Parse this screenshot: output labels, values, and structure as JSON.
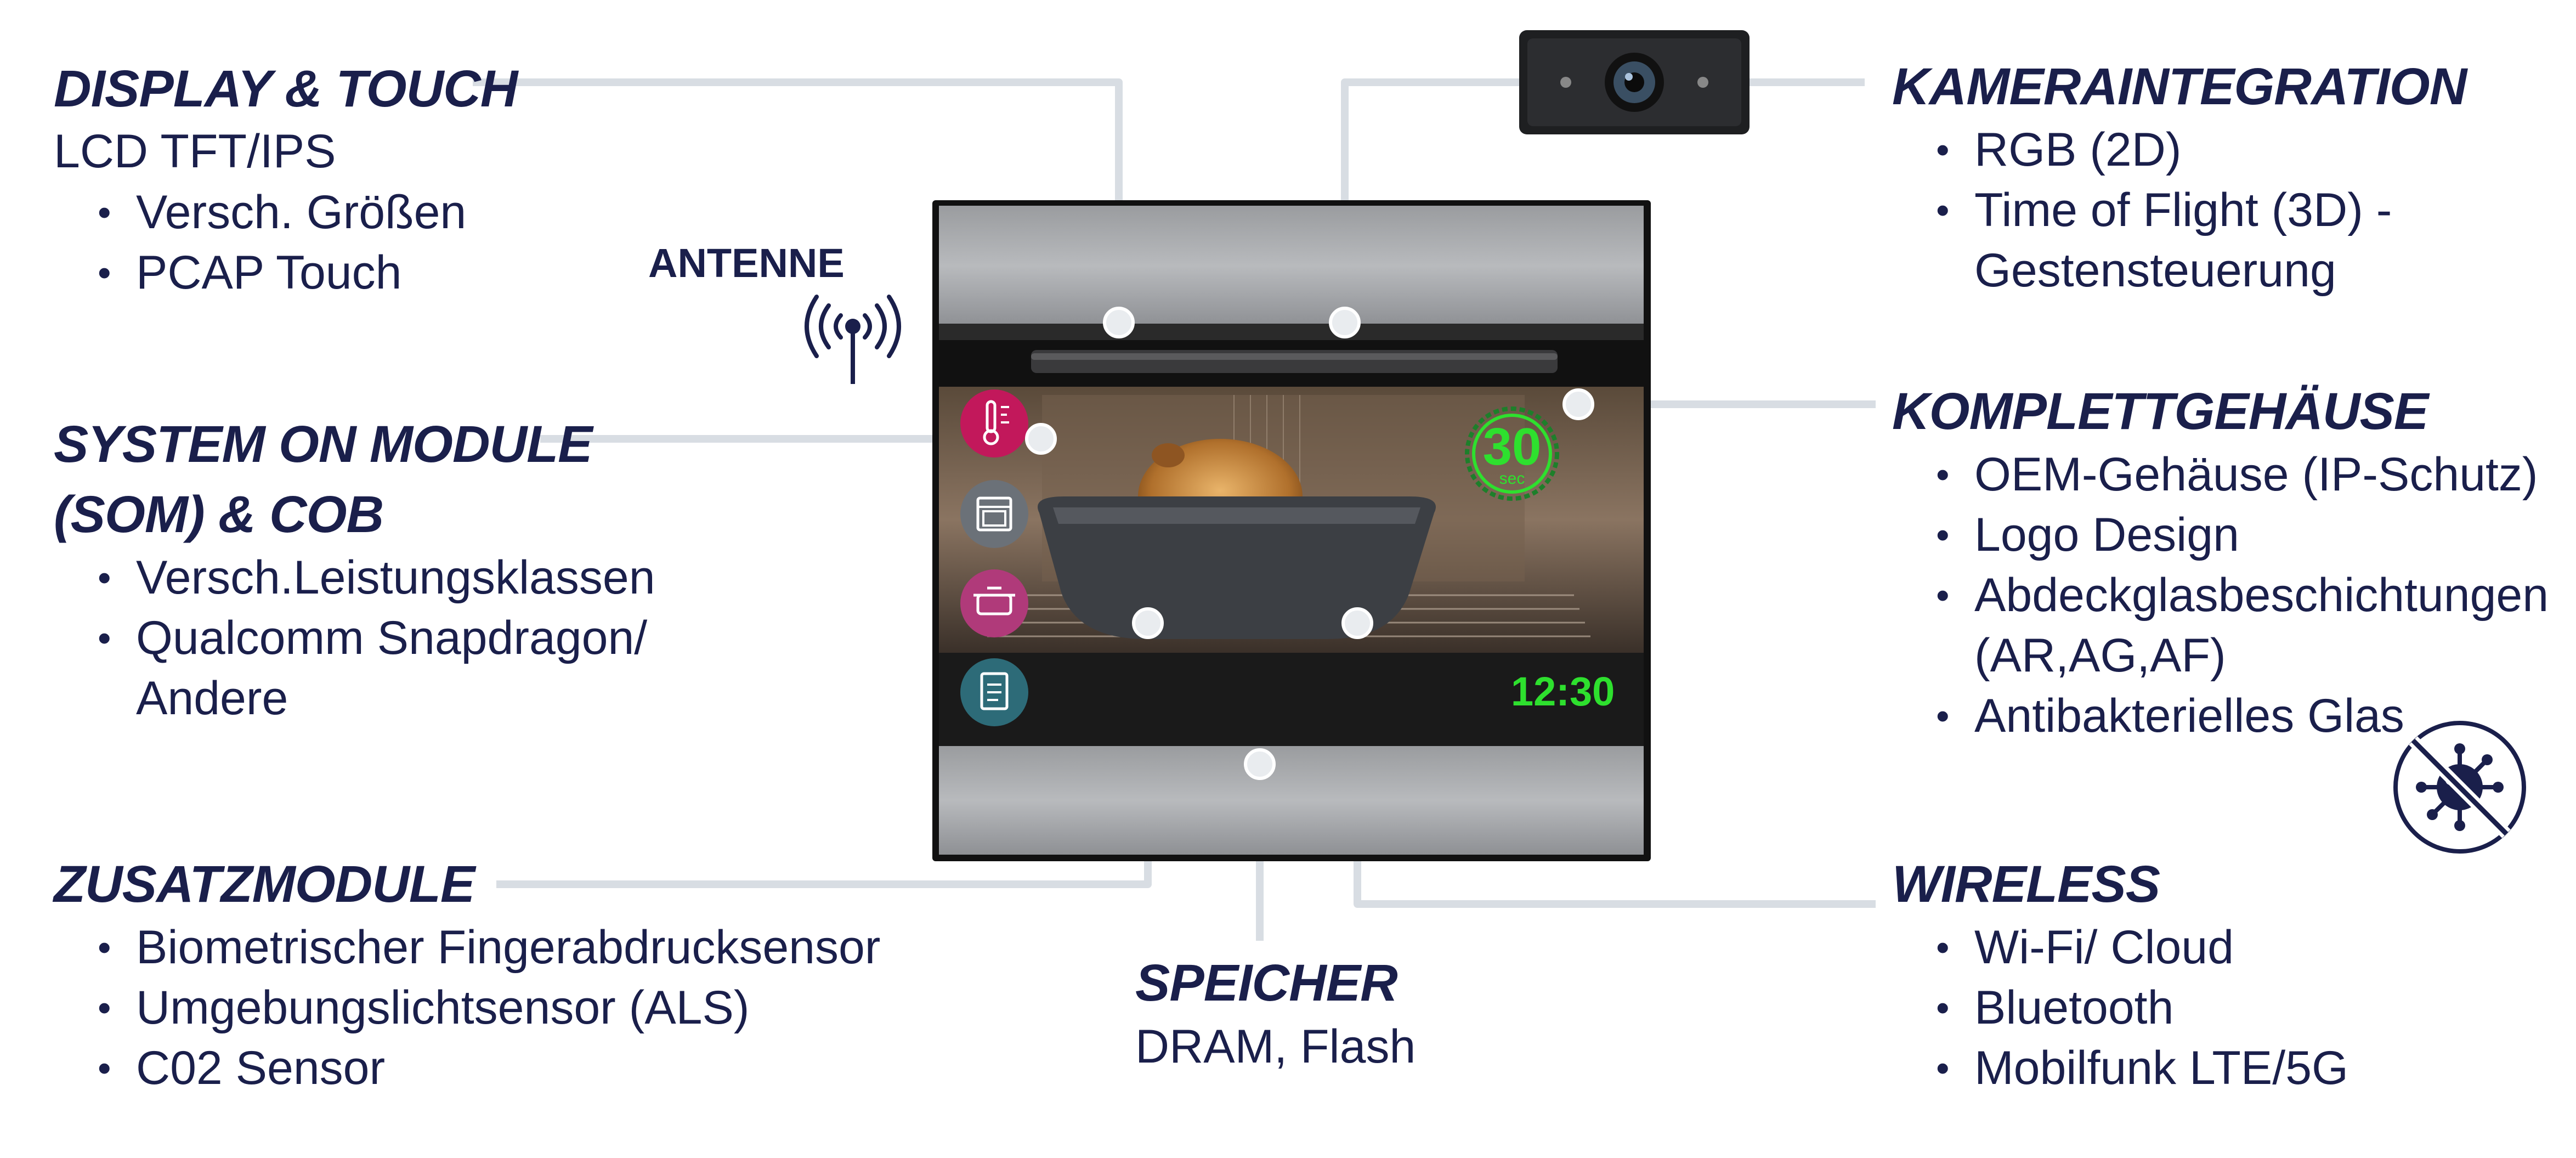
{
  "display": {
    "heading": "DISPLAY & TOUCH",
    "subtitle": "LCD TFT/IPS",
    "items": [
      "Versch. Größen",
      "PCAP Touch"
    ]
  },
  "antenna": {
    "label": "ANTENNE"
  },
  "som": {
    "heading_line1": "SYSTEM ON MODULE",
    "heading_line2": "(SOM) & COB",
    "items": [
      "Versch.Leistungsklassen",
      "Qualcomm Snapdragon/",
      "Andere"
    ]
  },
  "zusatz": {
    "heading": "ZUSATZMODULE",
    "items": [
      "Biometrischer Fingerabdrucksensor",
      "Umgebungslichtsensor (ALS)",
      "C02 Sensor"
    ]
  },
  "speicher": {
    "heading": "SPEICHER",
    "subtitle": "DRAM, Flash"
  },
  "kamera": {
    "heading": "KAMERAINTEGRATION",
    "items": [
      "RGB (2D)",
      "Time of Flight (3D) -",
      "Gestensteuerung"
    ]
  },
  "gehaeuse": {
    "heading": "KOMPLETTGEHÄUSE",
    "items": [
      "OEM-Gehäuse (IP-Schutz)",
      "Logo Design",
      "Abdeckglasbeschichtungen",
      "(AR,AG,AF)",
      "Antibakterielles Glas"
    ]
  },
  "wireless": {
    "heading": "WIRELESS",
    "items": [
      "Wi-Fi/ Cloud",
      "Bluetooth",
      "Mobilfunk LTE/5G"
    ]
  },
  "oven_screen": {
    "timer_value": "30",
    "timer_unit": "sec",
    "clock": "12:30"
  },
  "icons": {
    "antenna": "antenna-signal-icon",
    "camera": "camera-module-icon",
    "antibacterial": "no-virus-icon",
    "menu": [
      "thermometer-icon",
      "oven-icon",
      "pot-icon",
      "recipe-icon"
    ]
  },
  "colors": {
    "text": "#1a1f4b",
    "leader": "#d8dde3",
    "timer": "#2ee02e",
    "menu_pink": "#c2185b",
    "menu_gray": "#6b7178",
    "menu_teal": "#2d6b78"
  }
}
